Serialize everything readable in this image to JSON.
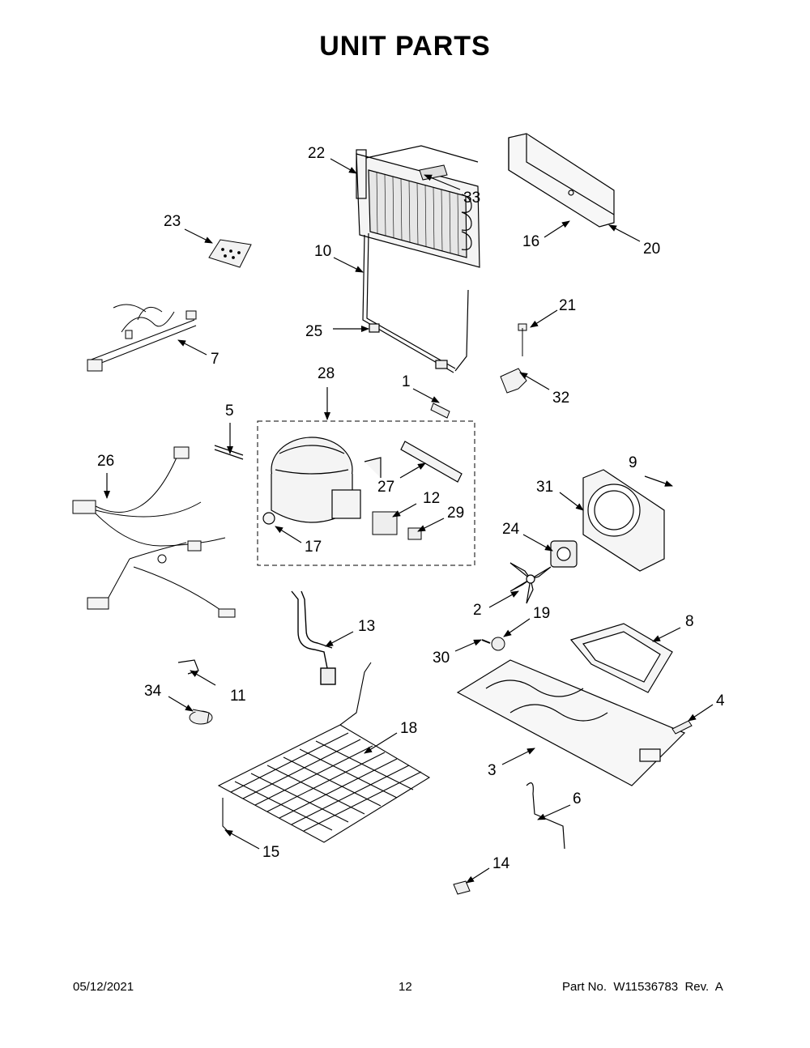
{
  "title": "UNIT PARTS",
  "parts": [
    {
      "id": "p1",
      "label": "1"
    },
    {
      "id": "p2",
      "label": "2"
    },
    {
      "id": "p3",
      "label": "3"
    },
    {
      "id": "p4",
      "label": "4"
    },
    {
      "id": "p5",
      "label": "5"
    },
    {
      "id": "p6",
      "label": "6"
    },
    {
      "id": "p7",
      "label": "7"
    },
    {
      "id": "p8",
      "label": "8"
    },
    {
      "id": "p9",
      "label": "9"
    },
    {
      "id": "p10",
      "label": "10"
    },
    {
      "id": "p11",
      "label": "11"
    },
    {
      "id": "p12",
      "label": "12"
    },
    {
      "id": "p13",
      "label": "13"
    },
    {
      "id": "p14",
      "label": "14"
    },
    {
      "id": "p15",
      "label": "15"
    },
    {
      "id": "p16",
      "label": "16"
    },
    {
      "id": "p17",
      "label": "17"
    },
    {
      "id": "p18",
      "label": "18"
    },
    {
      "id": "p19",
      "label": "19"
    },
    {
      "id": "p20",
      "label": "20"
    },
    {
      "id": "p21",
      "label": "21"
    },
    {
      "id": "p22",
      "label": "22"
    },
    {
      "id": "p23",
      "label": "23"
    },
    {
      "id": "p24",
      "label": "24"
    },
    {
      "id": "p25",
      "label": "25"
    },
    {
      "id": "p26",
      "label": "26"
    },
    {
      "id": "p27",
      "label": "27"
    },
    {
      "id": "p28",
      "label": "28"
    },
    {
      "id": "p29",
      "label": "29"
    },
    {
      "id": "p30",
      "label": "30"
    },
    {
      "id": "p31",
      "label": "31"
    },
    {
      "id": "p32",
      "label": "32"
    },
    {
      "id": "p33",
      "label": "33"
    },
    {
      "id": "p34",
      "label": "34"
    }
  ],
  "footer": {
    "date": "05/12/2021",
    "page": "12",
    "part_no": "Part No.  W11536783  Rev.  A"
  }
}
